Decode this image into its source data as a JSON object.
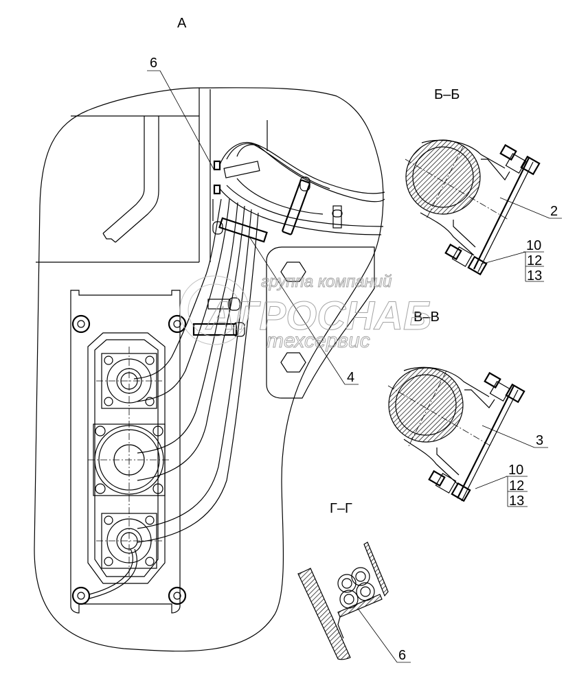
{
  "view_labels": {
    "main_view": "А",
    "section_bb": "Б–Б",
    "section_vv": "В–В",
    "section_gg": "Г–Г"
  },
  "callouts": {
    "main_6": "6",
    "main_4": "4",
    "bb_2": "2",
    "bb_stack": [
      "10",
      "12",
      "13"
    ],
    "vv_3": "3",
    "vv_stack": [
      "10",
      "12",
      "13"
    ],
    "gg_6": "6"
  },
  "watermark": {
    "line1": "группа компаний",
    "line2": "АГРОСНАБ",
    "line3": "техсервис"
  },
  "connectors": {
    "count": 3
  },
  "colors": {
    "line": "#000000",
    "background": "#ffffff",
    "watermark": "#9a9a9a"
  }
}
